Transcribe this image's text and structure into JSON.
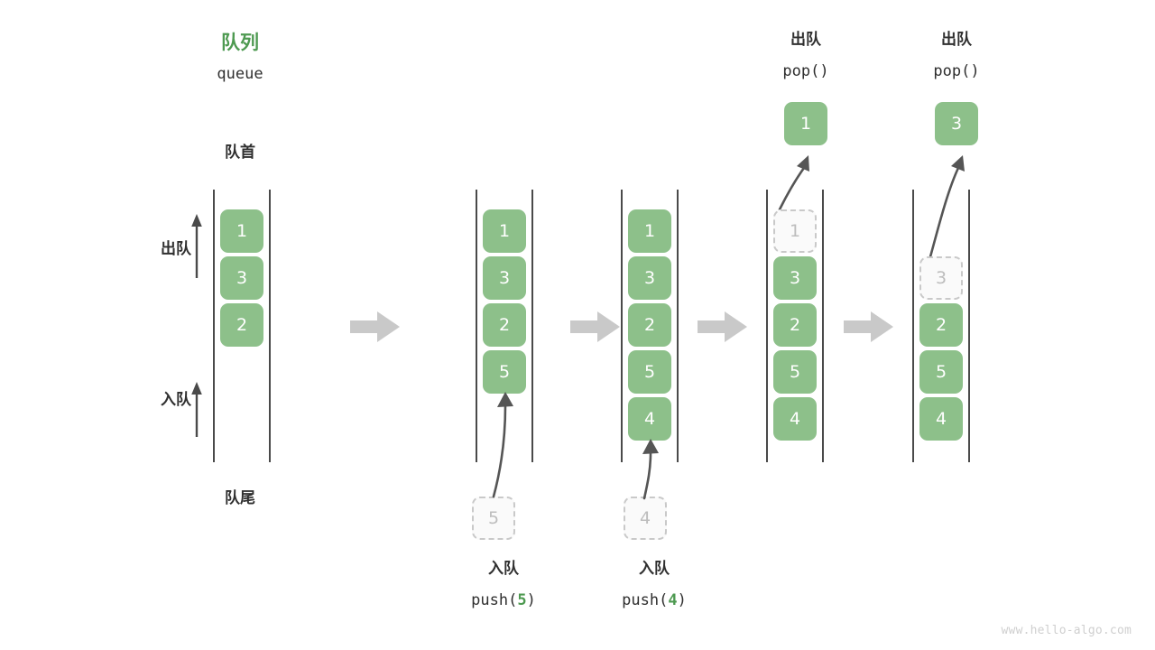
{
  "diagram": {
    "title_cn": "队列",
    "title_en": "queue",
    "front_label": "队首",
    "rear_label": "队尾",
    "dequeue_label": "出队",
    "enqueue_label": "入队",
    "watermark": "www.hello-algo.com",
    "accent_color": "#4e9a51",
    "cell_color": "#8dc08a",
    "ghost_color": "#fafafa",
    "arrow_color": "#c9c9c9",
    "line_color": "#4a4a4a"
  },
  "stages": [
    {
      "id": "initial",
      "cells": [
        "1",
        "3",
        "2"
      ],
      "ghost_index": null,
      "caption_cn": null,
      "caption_code": null,
      "popped": null
    },
    {
      "id": "push-5",
      "cells": [
        "1",
        "3",
        "2",
        "5"
      ],
      "ghost_index": null,
      "caption_cn": "入队",
      "caption_code_prefix": "push(",
      "caption_code_value": "5",
      "caption_code_suffix": ")",
      "incoming_value": "5",
      "popped": null
    },
    {
      "id": "push-4",
      "cells": [
        "1",
        "3",
        "2",
        "5",
        "4"
      ],
      "ghost_index": null,
      "caption_cn": "入队",
      "caption_code_prefix": "push(",
      "caption_code_value": "4",
      "caption_code_suffix": ")",
      "incoming_value": "4",
      "popped": null
    },
    {
      "id": "pop-1",
      "cells": [
        "1",
        "3",
        "2",
        "5",
        "4"
      ],
      "ghost_index": 0,
      "header_cn": "出队",
      "header_code": "pop()",
      "popped": "1"
    },
    {
      "id": "pop-3",
      "cells": [
        "",
        "3",
        "2",
        "5",
        "4"
      ],
      "ghost_index": 1,
      "header_cn": "出队",
      "header_code": "pop()",
      "popped": "3"
    }
  ]
}
